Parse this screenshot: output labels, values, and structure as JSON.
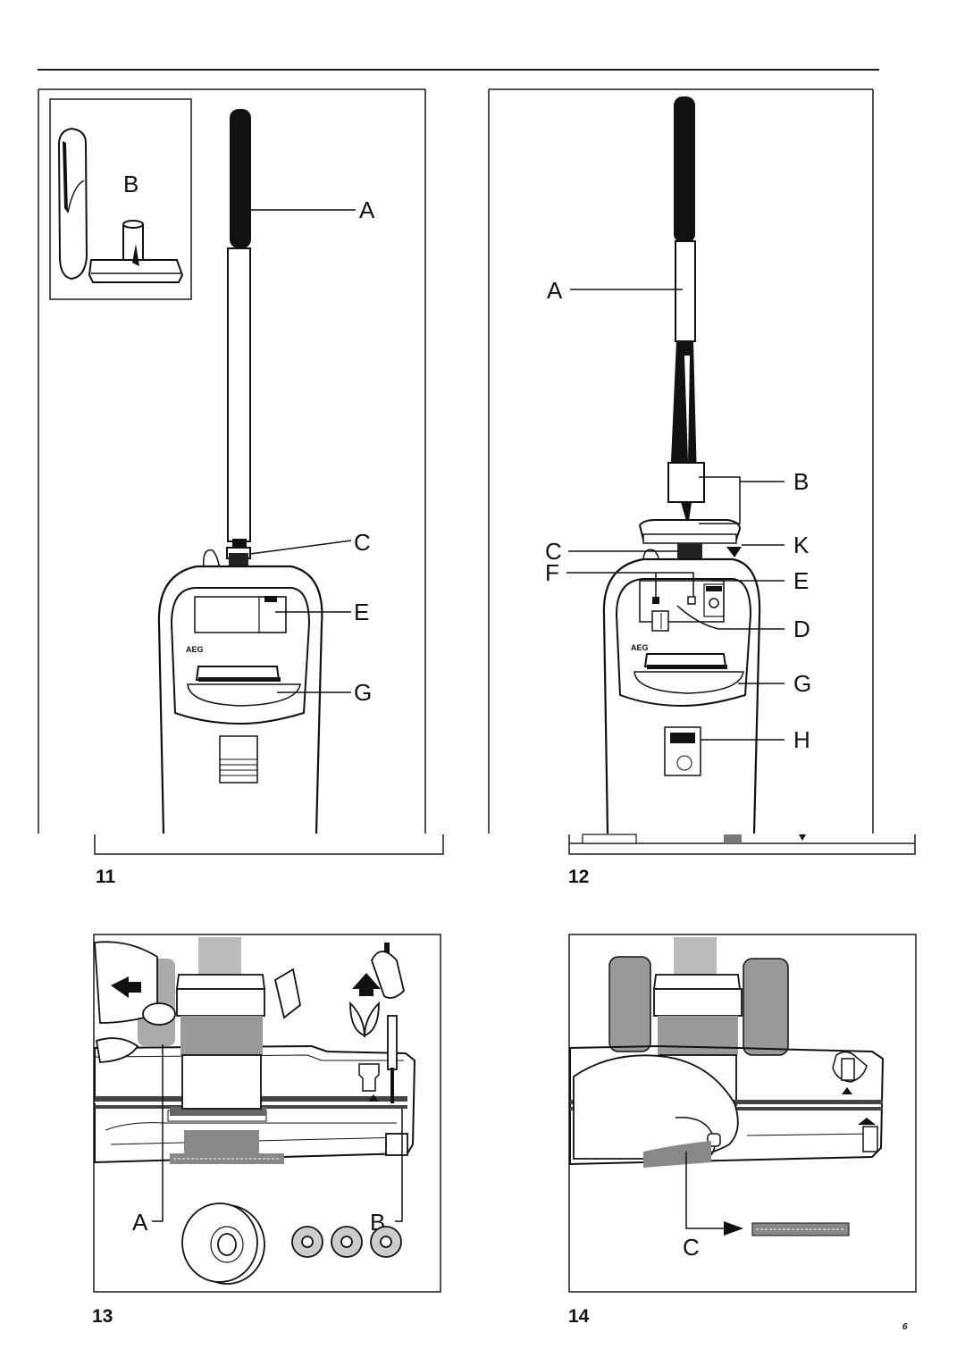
{
  "page_number": "6",
  "figures": [
    {
      "number": "11",
      "brand": "AEG",
      "callouts": {
        "A": "A",
        "B": "B",
        "C": "C",
        "E": "E",
        "G": "G"
      }
    },
    {
      "number": "12",
      "brand": "AEG",
      "callouts": {
        "A": "A",
        "B": "B",
        "C": "C",
        "K": "K",
        "F": "F",
        "E": "E",
        "D": "D",
        "G": "G",
        "H": "H"
      }
    },
    {
      "number": "13",
      "callouts": {
        "A": "A",
        "B": "B"
      }
    },
    {
      "number": "14",
      "callouts": {
        "C": "C"
      }
    }
  ]
}
